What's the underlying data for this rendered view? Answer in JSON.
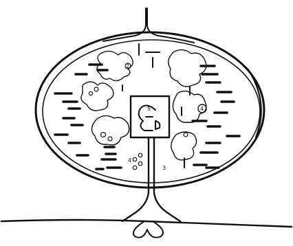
{
  "figure": {
    "labels": {
      "center": "5",
      "upper_left": "2",
      "right": "4",
      "lower_left": "4",
      "lower_right": "3"
    }
  },
  "colors": {
    "ink": "#111111",
    "paper": "#ffffff"
  }
}
